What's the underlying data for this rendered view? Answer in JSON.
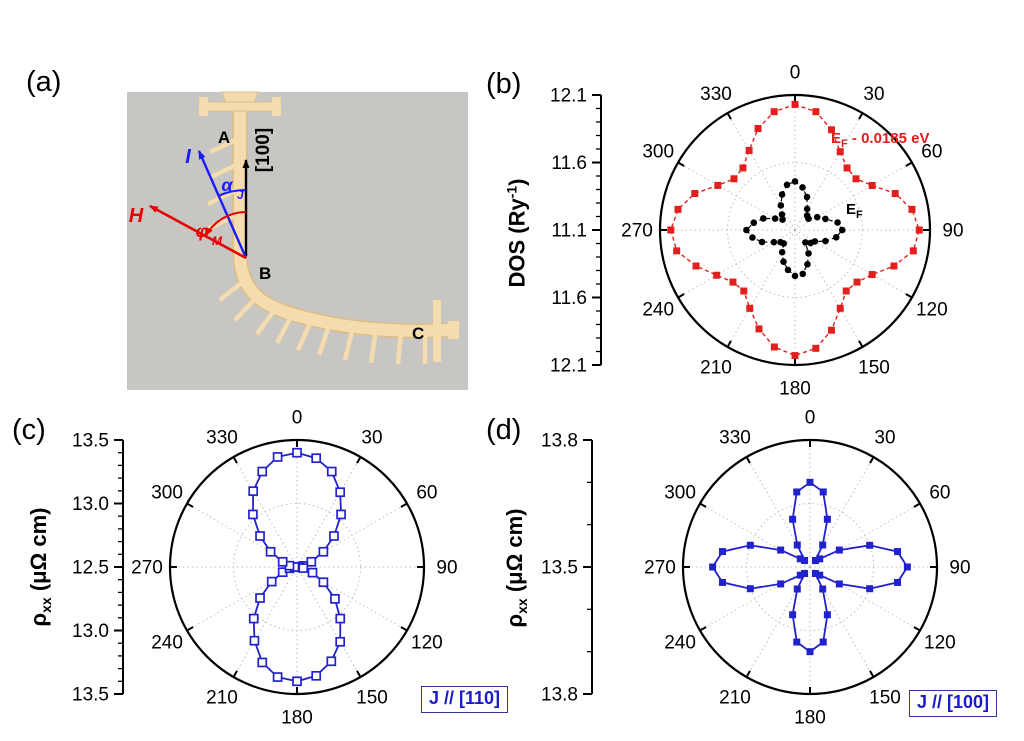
{
  "figure": {
    "background": "#ffffff"
  },
  "panels": {
    "a": {
      "label": "(a)",
      "ann": {
        "A": "A",
        "B": "B",
        "C": "C",
        "axis": "[100]",
        "current": "I",
        "field": "H",
        "alpha": "α",
        "alpha_sub": "J",
        "phi": "φ",
        "phi_sub": "M"
      },
      "colors": {
        "device": "#f4dcae",
        "device_edge": "#dcbd85",
        "background": "#c8c6c2",
        "current": "#1a1aff",
        "field": "#e60000",
        "axis": "#000000"
      }
    },
    "b": {
      "label": "(b)",
      "ylabel": {
        "pre": "DOS (Ry",
        "sup": "-1",
        "post": ")"
      },
      "red_label": {
        "e": "E",
        "sub": "F",
        "rest": " - 0.0185 eV"
      },
      "black_label": {
        "e": "E",
        "sub": "F"
      }
    },
    "c": {
      "label": "(c)",
      "ylabel": {
        "rho": "ρ",
        "sub": "xx",
        "rest": " (μΩ cm)"
      },
      "legend": "J // [110]"
    },
    "d": {
      "label": "(d)",
      "ylabel": {
        "rho": "ρ",
        "sub": "xx",
        "rest": " (μΩ cm)"
      },
      "legend": "J // [100]"
    }
  },
  "chart_data": [
    {
      "id": "b",
      "type": "line",
      "subtype": "polar",
      "title": "",
      "ylabel": "DOS (Ry⁻¹)",
      "angle_direction": "clockwise-from-top",
      "angle_labels": [
        "0",
        "30",
        "60",
        "90",
        "120",
        "150",
        "180",
        "210",
        "240",
        "270",
        "300",
        "330"
      ],
      "r_min": 11.1,
      "r_max": 12.1,
      "minor_tick_step": 0.1,
      "radial_ticks": [
        {
          "pos": 1,
          "label": "12.1"
        },
        {
          "pos": 0.5,
          "label": "11.6"
        },
        {
          "pos": 0,
          "label": "11.1"
        },
        {
          "pos": -0.5,
          "label": "11.6"
        },
        {
          "pos": -1,
          "label": "12.1"
        }
      ],
      "angles_deg": [
        0,
        10,
        20,
        30,
        40,
        50,
        60,
        70,
        80,
        90,
        100,
        110,
        120,
        130,
        140,
        150,
        160,
        170,
        180,
        190,
        200,
        210,
        220,
        230,
        240,
        250,
        260,
        270,
        280,
        290,
        300,
        310,
        320,
        330,
        340,
        350
      ],
      "series": [
        {
          "name": "EF-0.0185eV",
          "label": "E_F - 0.0185 eV",
          "color": "#e1201e",
          "marker": "square-filled",
          "marker_size": 7,
          "line_style": "dashed",
          "line_width": 1.4,
          "values": [
            12.03,
            11.99,
            11.89,
            11.77,
            11.7,
            11.69,
            11.76,
            11.89,
            11.98,
            12.02,
            11.99,
            11.88,
            11.76,
            11.7,
            11.69,
            11.77,
            11.89,
            11.99,
            12.03,
            11.98,
            11.88,
            11.77,
            11.69,
            11.7,
            11.77,
            11.88,
            11.99,
            12.02,
            11.98,
            11.89,
            11.76,
            11.69,
            11.7,
            11.78,
            11.9,
            11.99
          ]
        },
        {
          "name": "EF",
          "label": "E_F",
          "color": "#000000",
          "marker": "circle-filled",
          "marker_size": 6.6,
          "line_style": "dashed",
          "line_width": 1.2,
          "values": [
            11.46,
            11.42,
            11.36,
            11.28,
            11.24,
            11.23,
            11.29,
            11.34,
            11.42,
            11.45,
            11.41,
            11.34,
            11.27,
            11.25,
            11.22,
            11.3,
            11.37,
            11.43,
            11.44,
            11.4,
            11.35,
            11.29,
            11.23,
            11.24,
            11.28,
            11.36,
            11.42,
            11.46,
            11.41,
            11.35,
            11.27,
            11.22,
            11.25,
            11.31,
            11.38,
            11.44
          ]
        }
      ]
    },
    {
      "id": "c",
      "type": "line",
      "subtype": "polar",
      "title": "",
      "ylabel": "ρxx (μΩ cm)",
      "legend": "J // [110]",
      "angle_direction": "clockwise-from-top",
      "angle_labels": [
        "0",
        "30",
        "60",
        "90",
        "120",
        "150",
        "180",
        "210",
        "240",
        "270",
        "300",
        "330"
      ],
      "r_min": 12.5,
      "r_max": 13.5,
      "minor_tick_step": 0.1,
      "radial_ticks": [
        {
          "pos": 1,
          "label": "13.5"
        },
        {
          "pos": 0.5,
          "label": "13.0"
        },
        {
          "pos": 0,
          "label": "12.5"
        },
        {
          "pos": -0.5,
          "label": "13.0"
        },
        {
          "pos": -1,
          "label": "13.5"
        }
      ],
      "angles_deg": [
        0,
        10,
        20,
        30,
        40,
        50,
        60,
        70,
        80,
        90,
        100,
        110,
        120,
        130,
        140,
        150,
        160,
        170,
        180,
        190,
        200,
        210,
        220,
        230,
        240,
        250,
        260,
        270,
        280,
        290,
        300,
        310,
        320,
        330,
        340,
        350
      ],
      "series": [
        {
          "name": "rho-xx-J110",
          "label": "J // [110]",
          "color": "#2222cc",
          "marker": "square-open",
          "marker_size": 8,
          "line_style": "solid",
          "line_width": 1.8,
          "values": [
            13.4,
            13.37,
            13.3,
            13.18,
            13.04,
            12.88,
            12.74,
            12.62,
            12.55,
            12.52,
            12.55,
            12.63,
            12.74,
            12.89,
            13.03,
            13.18,
            13.29,
            13.37,
            13.4,
            13.38,
            13.3,
            13.17,
            13.03,
            12.88,
            12.73,
            12.62,
            12.56,
            12.52,
            12.56,
            12.62,
            12.74,
            12.88,
            13.04,
            13.19,
            13.3,
            13.38
          ]
        }
      ]
    },
    {
      "id": "d",
      "type": "line",
      "subtype": "polar",
      "title": "",
      "ylabel": "ρxx (μΩ cm)",
      "legend": "J // [100]",
      "angle_direction": "clockwise-from-top",
      "angle_labels": [
        "0",
        "30",
        "60",
        "90",
        "120",
        "150",
        "180",
        "210",
        "240",
        "270",
        "300",
        "330"
      ],
      "r_min": 13.5,
      "r_max": 13.8,
      "minor_tick_step": 0.1,
      "radial_ticks": [
        {
          "pos": 1,
          "label": "13.8"
        },
        {
          "pos": 0,
          "label": "13.5"
        },
        {
          "pos": -1,
          "label": "13.8"
        }
      ],
      "angles_deg": [
        0,
        10,
        20,
        30,
        40,
        50,
        60,
        70,
        80,
        90,
        100,
        110,
        120,
        130,
        140,
        150,
        160,
        170,
        180,
        190,
        200,
        210,
        220,
        230,
        240,
        250,
        260,
        270,
        280,
        290,
        300,
        310,
        320,
        330,
        340,
        350
      ],
      "series": [
        {
          "name": "rho-xx-J100",
          "label": "J // [100]",
          "color": "#2222cc",
          "marker": "square-filled",
          "marker_size": 7,
          "line_style": "solid",
          "line_width": 1.8,
          "values": [
            13.7,
            13.68,
            13.62,
            13.56,
            13.52,
            13.53,
            13.58,
            13.65,
            13.71,
            13.73,
            13.71,
            13.65,
            13.58,
            13.53,
            13.52,
            13.56,
            13.62,
            13.68,
            13.7,
            13.68,
            13.62,
            13.56,
            13.52,
            13.53,
            13.58,
            13.65,
            13.71,
            13.73,
            13.71,
            13.65,
            13.58,
            13.53,
            13.52,
            13.56,
            13.62,
            13.68
          ]
        }
      ]
    }
  ]
}
